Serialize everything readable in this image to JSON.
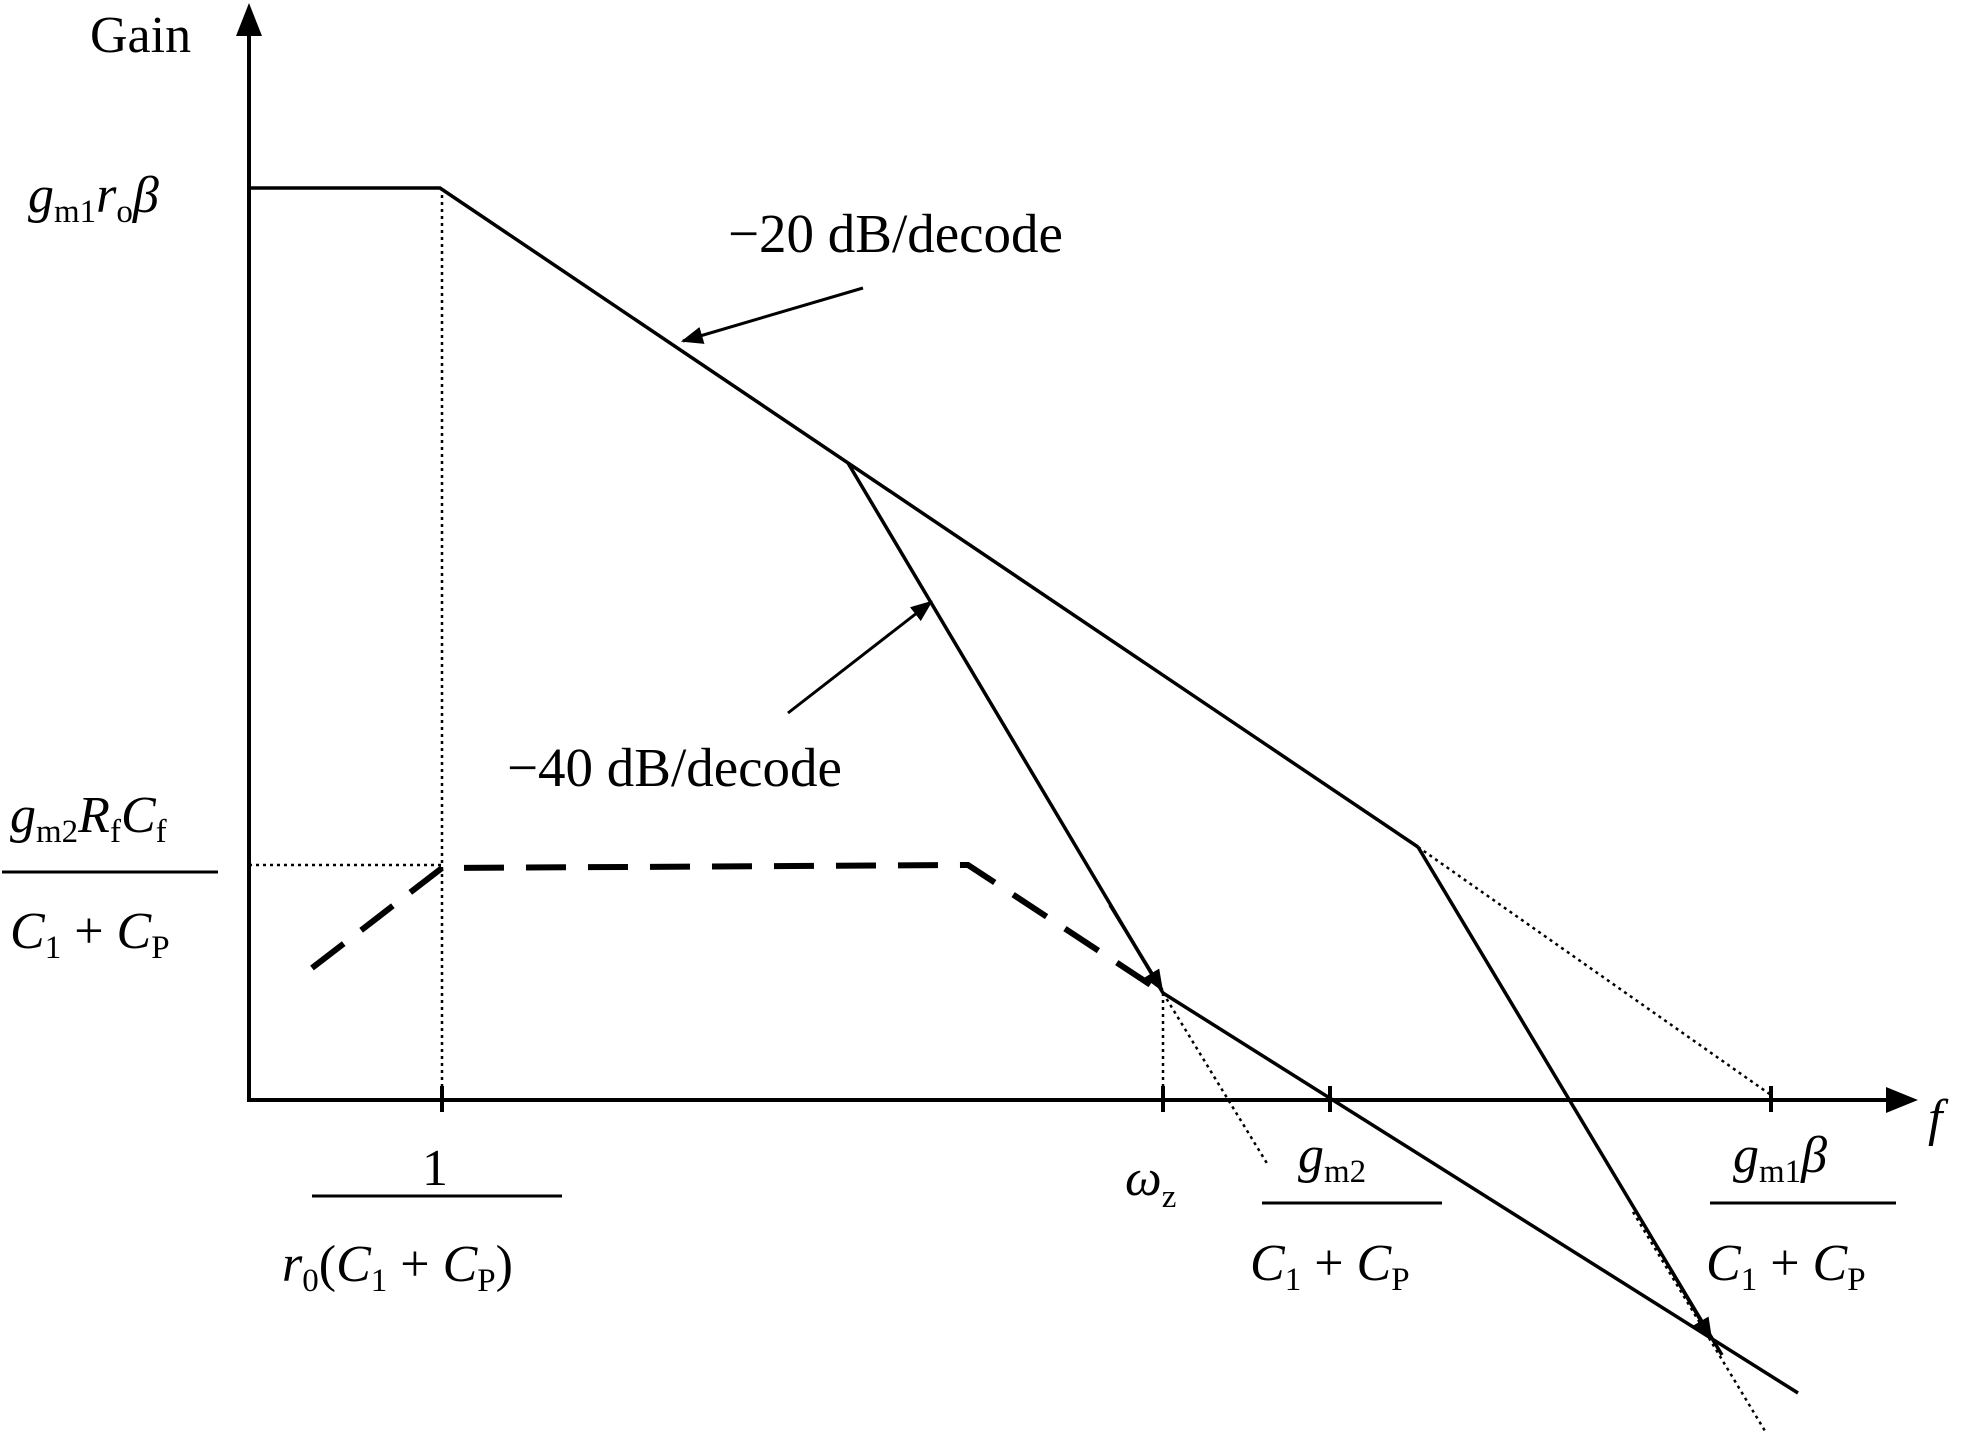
{
  "axes": {
    "y_label": "Gain",
    "x_label": "f"
  },
  "y_labels": {
    "top": {
      "g": "g",
      "g_sub": "m1",
      "r": "r",
      "r_sub": "o",
      "beta": "β"
    },
    "mid_numerator": {
      "g": "g",
      "g_sub": "m2",
      "R": "R",
      "R_sub": "f",
      "C": "C",
      "C_sub": "f"
    },
    "mid_denominator": {
      "C1": "C",
      "C1_sub": "1",
      "plus": " + ",
      "CP": "C",
      "CP_sub": "P"
    }
  },
  "x_labels": {
    "pole1_numerator": "1",
    "pole1_denominator": {
      "r": "r",
      "r_sub": "0",
      "open": "(",
      "C1": "C",
      "C1_sub": "1",
      "plus": " + ",
      "CP": "C",
      "CP_sub": "P",
      "close": ")"
    },
    "omega": {
      "w": "ω",
      "w_sub": "z"
    },
    "gm2_fraction": {
      "num_g": "g",
      "num_sub": "m2",
      "C1": "C",
      "C1_sub": "1",
      "plus": " + ",
      "CP": "C",
      "CP_sub": "P"
    },
    "gm1_fraction": {
      "num_g": "g",
      "num_sub": "m1",
      "num_beta": "β",
      "C1": "C",
      "C1_sub": "1",
      "plus": " + ",
      "CP": "C",
      "CP_sub": "P"
    }
  },
  "annotations": {
    "slope_20": "−20 dB/decode",
    "slope_40": "−40 dB/decode"
  },
  "colors": {
    "ink": "#000000",
    "background": "#ffffff"
  }
}
